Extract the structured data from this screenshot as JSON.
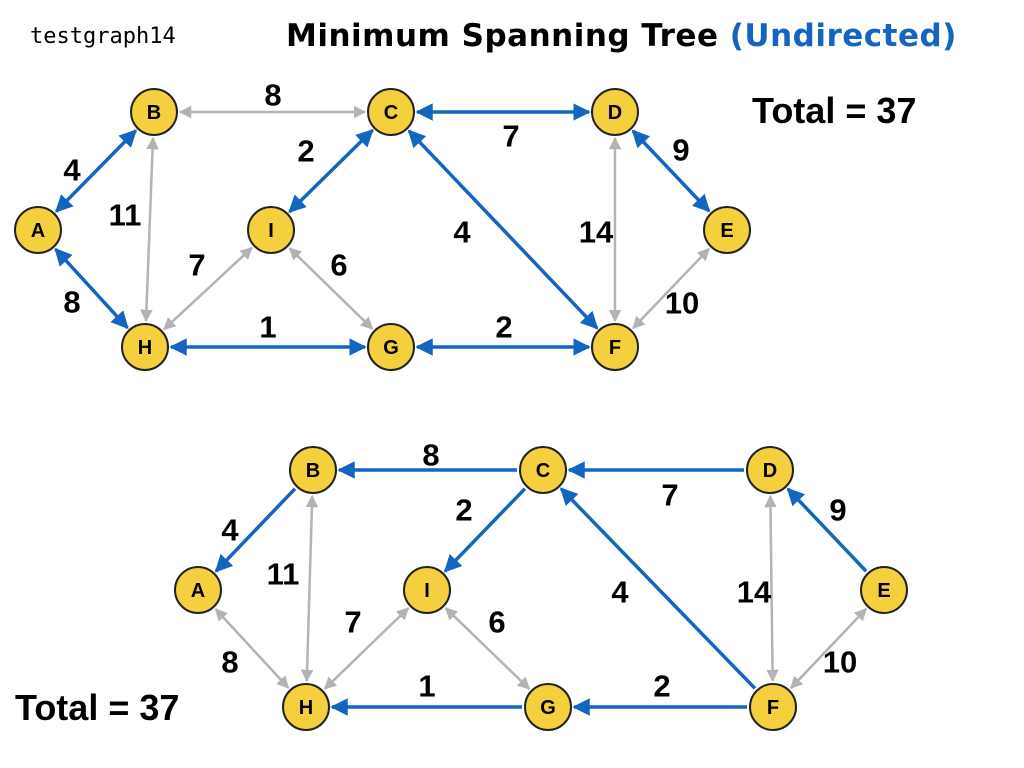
{
  "header": {
    "graph_name": "testgraph14",
    "title_main": "Minimum Spanning Tree",
    "title_sub": "(Undirected)"
  },
  "colors": {
    "tree_edge": "#1565c0",
    "non_tree_edge": "#b3b3b3",
    "node_fill": "#f4d03f",
    "node_stroke": "#222222"
  },
  "graphs": [
    {
      "id": "top",
      "total_label": "Total = 37",
      "nodes": [
        {
          "id": "A",
          "label": "A"
        },
        {
          "id": "B",
          "label": "B"
        },
        {
          "id": "C",
          "label": "C"
        },
        {
          "id": "D",
          "label": "D"
        },
        {
          "id": "E",
          "label": "E"
        },
        {
          "id": "F",
          "label": "F"
        },
        {
          "id": "G",
          "label": "G"
        },
        {
          "id": "H",
          "label": "H"
        },
        {
          "id": "I",
          "label": "I"
        }
      ],
      "edges": [
        {
          "from": "A",
          "to": "B",
          "weight": "4",
          "in_tree": true,
          "arrows": "both"
        },
        {
          "from": "A",
          "to": "H",
          "weight": "8",
          "in_tree": true,
          "arrows": "both"
        },
        {
          "from": "B",
          "to": "C",
          "weight": "8",
          "in_tree": false,
          "arrows": "both"
        },
        {
          "from": "B",
          "to": "H",
          "weight": "11",
          "in_tree": false,
          "arrows": "both"
        },
        {
          "from": "C",
          "to": "I",
          "weight": "2",
          "in_tree": true,
          "arrows": "both"
        },
        {
          "from": "C",
          "to": "D",
          "weight": "7",
          "in_tree": true,
          "arrows": "both"
        },
        {
          "from": "C",
          "to": "F",
          "weight": "4",
          "in_tree": true,
          "arrows": "both"
        },
        {
          "from": "D",
          "to": "E",
          "weight": "9",
          "in_tree": true,
          "arrows": "both"
        },
        {
          "from": "D",
          "to": "F",
          "weight": "14",
          "in_tree": false,
          "arrows": "both"
        },
        {
          "from": "E",
          "to": "F",
          "weight": "10",
          "in_tree": false,
          "arrows": "both"
        },
        {
          "from": "H",
          "to": "I",
          "weight": "7",
          "in_tree": false,
          "arrows": "both"
        },
        {
          "from": "I",
          "to": "G",
          "weight": "6",
          "in_tree": false,
          "arrows": "both"
        },
        {
          "from": "H",
          "to": "G",
          "weight": "1",
          "in_tree": true,
          "arrows": "both"
        },
        {
          "from": "G",
          "to": "F",
          "weight": "2",
          "in_tree": true,
          "arrows": "both"
        }
      ]
    },
    {
      "id": "bottom",
      "total_label": "Total = 37",
      "nodes": [
        {
          "id": "A",
          "label": "A"
        },
        {
          "id": "B",
          "label": "B"
        },
        {
          "id": "C",
          "label": "C"
        },
        {
          "id": "D",
          "label": "D"
        },
        {
          "id": "E",
          "label": "E"
        },
        {
          "id": "F",
          "label": "F"
        },
        {
          "id": "G",
          "label": "G"
        },
        {
          "id": "H",
          "label": "H"
        },
        {
          "id": "I",
          "label": "I"
        }
      ],
      "edges": [
        {
          "from": "B",
          "to": "A",
          "weight": "4",
          "in_tree": true,
          "arrows": "forward"
        },
        {
          "from": "C",
          "to": "B",
          "weight": "8",
          "in_tree": true,
          "arrows": "forward"
        },
        {
          "from": "C",
          "to": "I",
          "weight": "2",
          "in_tree": true,
          "arrows": "forward"
        },
        {
          "from": "D",
          "to": "C",
          "weight": "7",
          "in_tree": true,
          "arrows": "forward"
        },
        {
          "from": "E",
          "to": "D",
          "weight": "9",
          "in_tree": true,
          "arrows": "forward"
        },
        {
          "from": "F",
          "to": "C",
          "weight": "4",
          "in_tree": true,
          "arrows": "forward"
        },
        {
          "from": "F",
          "to": "G",
          "weight": "2",
          "in_tree": true,
          "arrows": "forward"
        },
        {
          "from": "G",
          "to": "H",
          "weight": "1",
          "in_tree": true,
          "arrows": "forward"
        },
        {
          "from": "A",
          "to": "H",
          "weight": "8",
          "in_tree": false,
          "arrows": "both"
        },
        {
          "from": "B",
          "to": "H",
          "weight": "11",
          "in_tree": false,
          "arrows": "both"
        },
        {
          "from": "H",
          "to": "I",
          "weight": "7",
          "in_tree": false,
          "arrows": "both"
        },
        {
          "from": "I",
          "to": "G",
          "weight": "6",
          "in_tree": false,
          "arrows": "both"
        },
        {
          "from": "D",
          "to": "F",
          "weight": "14",
          "in_tree": false,
          "arrows": "both"
        },
        {
          "from": "E",
          "to": "F",
          "weight": "10",
          "in_tree": false,
          "arrows": "both"
        }
      ]
    }
  ]
}
